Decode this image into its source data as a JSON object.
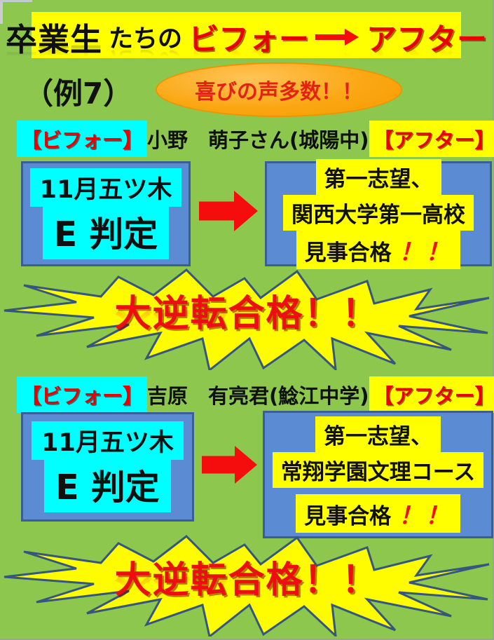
{
  "title": {
    "text_black_large": "卒業生",
    "text_black_small": "たちの",
    "before_word": "ビフォー",
    "after_word": "アフター"
  },
  "example_label": "（例7）",
  "badge_text": "喜びの声多数！！",
  "sections": [
    {
      "before_tag": "【ビフォー】",
      "student_name": "小野　萌子さん(城陽中)",
      "after_tag": "【アフター】",
      "before_line1": "11月五ツ木",
      "before_line2": "E 判定",
      "after_line1": "第一志望、",
      "after_line2": "関西大学第一高校",
      "after_result": "見事合格",
      "after_bang": "！！",
      "burst_text": "大逆転合格！！"
    },
    {
      "before_tag": "【ビフォー】",
      "student_name": "吉原　有亮君(鯰江中学)",
      "after_tag": "【アフター】",
      "before_line1": "11月五ツ木",
      "before_line2": "E 判定",
      "after_line1": "第一志望、",
      "after_line2": "常翔学園文理コース",
      "after_result": "見事合格",
      "after_bang": "！！",
      "burst_text": "大逆転合格！！"
    }
  ],
  "colors": {
    "background_green": "#8DC74E",
    "banner_yellow": "#FFFF00",
    "highlight_cyan": "#00FFFF",
    "highlight_yellow": "#FFFF00",
    "box_blue": "#5B8BD2",
    "box_border_blue": "#3A5F96",
    "accent_red": "#E90000",
    "badge_orange": "#F9A200",
    "burst_outline_blue": "#35567F"
  }
}
